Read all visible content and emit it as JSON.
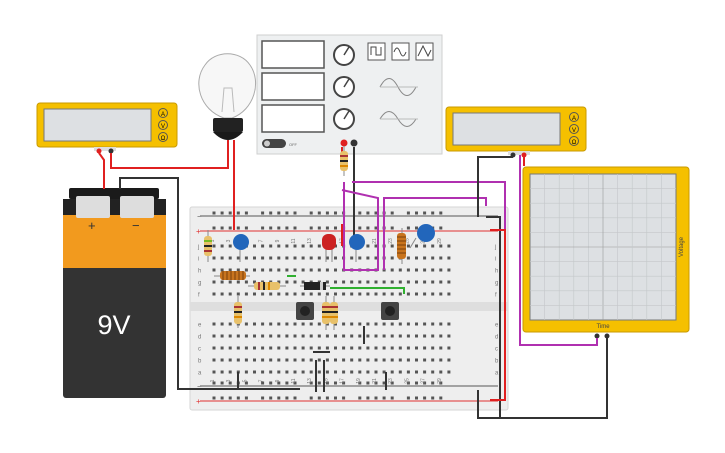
{
  "battery": {
    "label": "9V",
    "plus": "+",
    "minus": "−"
  },
  "multimeter_left": {
    "buttons": [
      "A",
      "V",
      "Ω"
    ]
  },
  "multimeter_right": {
    "buttons": [
      "A",
      "V",
      "Ω"
    ]
  },
  "function_generator": {
    "power_label": "OFF",
    "waves": [
      "square",
      "sine",
      "triangle"
    ]
  },
  "oscilloscope": {
    "y_label": "Voltage",
    "x_label": "Time"
  },
  "breadboard": {
    "rows_top": [
      "j",
      "i",
      "h",
      "g",
      "f"
    ],
    "rows_bottom": [
      "e",
      "d",
      "c",
      "b",
      "a"
    ],
    "col_numbers_top": [
      "1",
      "",
      "3",
      "",
      "5",
      "",
      "7",
      "",
      "9",
      "",
      "11",
      "",
      "13",
      "",
      "15",
      "",
      "17",
      "",
      "19",
      "",
      "21",
      "",
      "23",
      "",
      "25",
      "",
      "27",
      "",
      "29",
      ""
    ],
    "col_numbers_bottom": [
      "1",
      "",
      "3",
      "",
      "5",
      "",
      "7",
      "",
      "9",
      "",
      "11",
      "",
      "13",
      "",
      "15",
      "",
      "17",
      "",
      "19",
      "",
      "21",
      "",
      "23",
      "",
      "25",
      "",
      "27",
      "",
      "29",
      ""
    ],
    "rail_plus": "+",
    "rail_minus": "−"
  },
  "colors": {
    "wire_red": "#e02020",
    "wire_black": "#333333",
    "wire_purple": "#b030b0",
    "wire_green": "#30b030",
    "meter_body": "#f5c000"
  }
}
